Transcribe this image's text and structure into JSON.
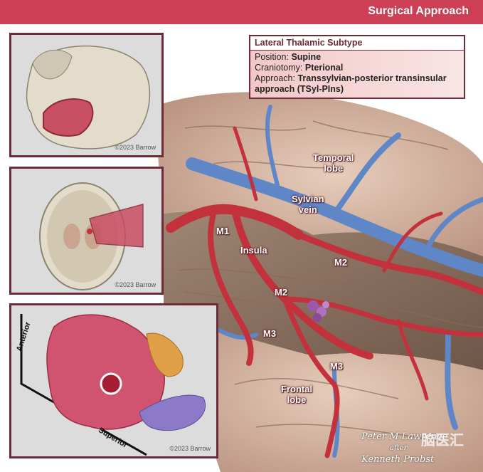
{
  "header": {
    "title": "Surgical Approach"
  },
  "info_box": {
    "title": "Lateral Thalamic Subtype",
    "position_label": "Position:",
    "position_value": "Supine",
    "craniotomy_label": "Craniotomy:",
    "craniotomy_value": "Pterional",
    "approach_label": "Approach:",
    "approach_value": "Transsylvian-posterior transinsular approach (TSyl-PIns)"
  },
  "panels": {
    "skull_lateral": {
      "copyright": "©2023 Barrow"
    },
    "skull_base": {
      "copyright": "©2023 Barrow"
    },
    "brain_3d": {
      "copyright": "©2023 Barrow",
      "axis_anterior": "Anterior",
      "axis_superior": "Superior"
    }
  },
  "annotations": {
    "temporal_lobe": "Temporal\nlobe",
    "sylvian_vein": "Sylvian\nvein",
    "m1": "M1",
    "insula": "Insula",
    "m2_upper": "M2",
    "m2_lower": "M2",
    "m3_left": "M3",
    "m3_right": "M3",
    "frontal_lobe": "Frontal\nlobe"
  },
  "signature": {
    "line1": "Peter M Lawrence",
    "line2": "after",
    "line3": "Kenneth Probst"
  },
  "watermark": "脑医汇",
  "colors": {
    "header_bg": "#cc3f55",
    "panel_border": "#6b2b38",
    "artery": "#c2313c",
    "vein": "#5f86c6",
    "brain": "#d8b8a6"
  }
}
